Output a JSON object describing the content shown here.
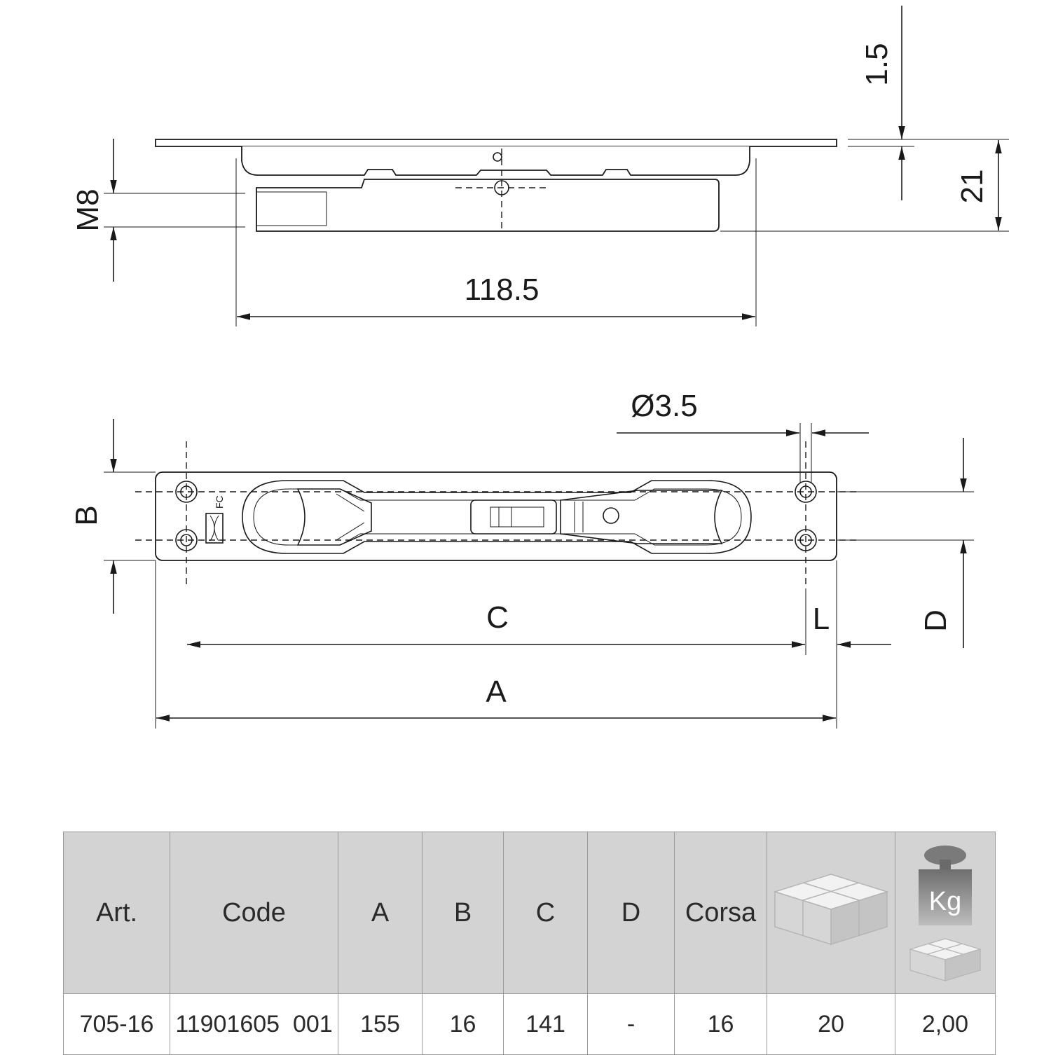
{
  "dimensions": {
    "plate_thickness": "1.5",
    "height": "21",
    "thread": "M8",
    "body_length": "118.5",
    "hole_diameter": "Ø3.5",
    "label_a": "A",
    "label_b": "B",
    "label_c": "C",
    "label_d": "D",
    "label_l": "L",
    "marking": "FC"
  },
  "table": {
    "headers": [
      "Art.",
      "Code",
      "A",
      "B",
      "C",
      "D",
      "Corsa"
    ],
    "box_icon": "package-boxes-icon",
    "weight_icon": "weight-kg-icon",
    "weight_unit": "Kg",
    "row": [
      "705-16",
      "11901605  001",
      "155",
      "16",
      "141",
      "-",
      "16",
      "20",
      "2,00"
    ]
  },
  "colors": {
    "line": "#1a1a1a",
    "header_bg": "#d3d3d3",
    "border": "#9a9a9a"
  }
}
